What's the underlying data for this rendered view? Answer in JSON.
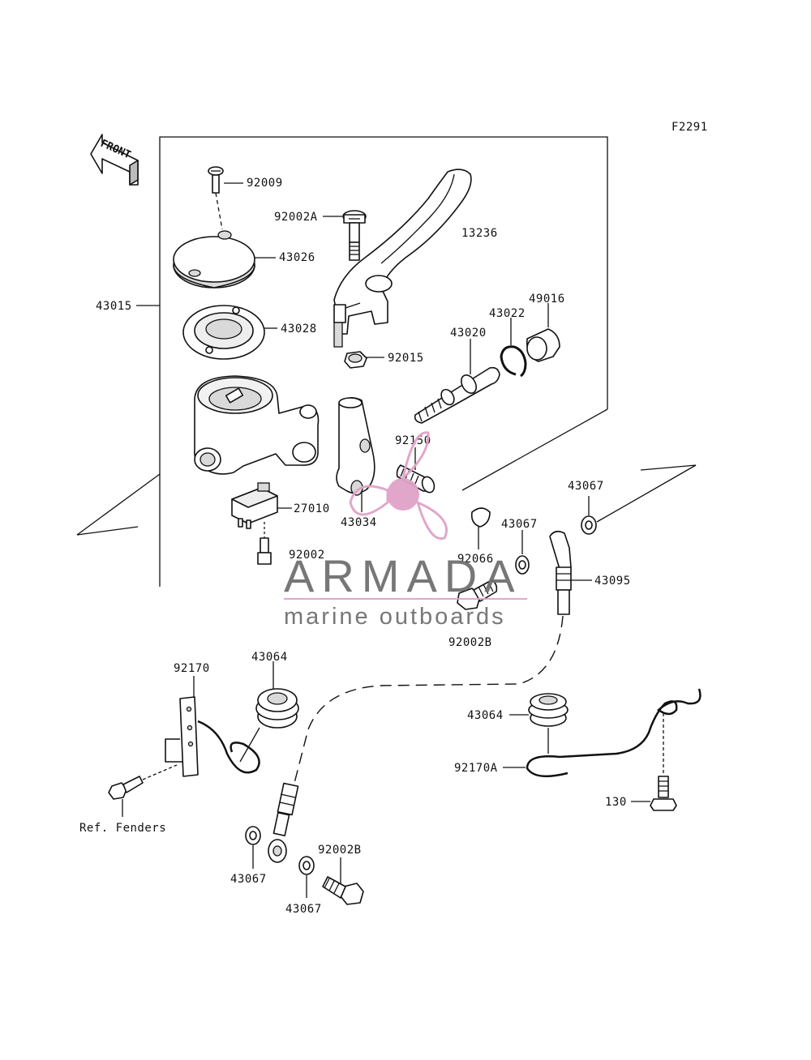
{
  "figure_code": "F2291",
  "front_label": "FRONT",
  "callouts": {
    "p92009": "92009",
    "p92002A": "92002A",
    "p13236": "13236",
    "p43026": "43026",
    "p43015": "43015",
    "p43028": "43028",
    "p49016": "49016",
    "p43022": "43022",
    "p43020": "43020",
    "p92015": "92015",
    "p92150": "92150",
    "p27010": "27010",
    "p43034": "43034",
    "p43067_a": "43067",
    "p43067_b": "43067",
    "p92066": "92066",
    "p92002": "92002",
    "p43095": "43095",
    "p92002B_a": "92002B",
    "p92170": "92170",
    "p43064_a": "43064",
    "p43064_b": "43064",
    "p92170A": "92170A",
    "p130": "130",
    "ref_fenders": "Ref. Fenders",
    "p43067_c": "43067",
    "p92002B_b": "92002B",
    "p43067_d": "43067"
  },
  "watermark": {
    "brand": "ARMADA",
    "tagline": "marine outboards",
    "accent_color": "#e0a3c8",
    "text_color": "#707070"
  }
}
